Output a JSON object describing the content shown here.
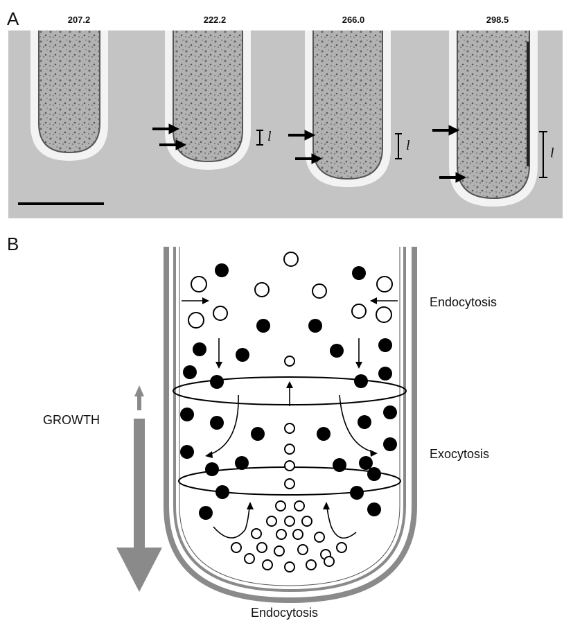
{
  "panel_a": {
    "letter": "A",
    "timepoints": [
      "207.2",
      "222.2",
      "266.0",
      "298.5"
    ],
    "length_marker": "l"
  },
  "panel_b": {
    "letter": "B",
    "labels": {
      "endocytosis_top": "Endocytosis",
      "exocytosis": "Exocytosis",
      "endocytosis_bottom": "Endocytosis",
      "growth": "GROWTH"
    }
  },
  "colors": {
    "micrograph_bg": "#c4c4c4",
    "hypha_fill": "#a9a9a9",
    "wall": "#8a8a8a",
    "growth_arrow": "#8a8a8a",
    "vesicle_filled": "#000000"
  }
}
